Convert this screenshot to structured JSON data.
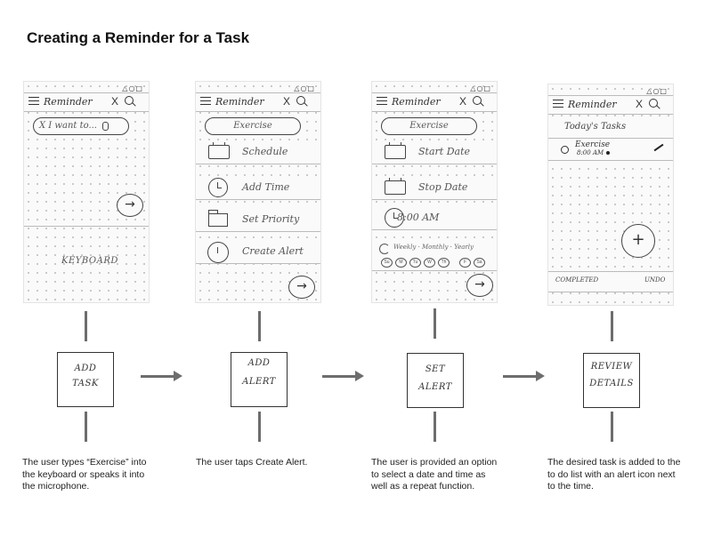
{
  "title": "Creating a Reminder for a Task",
  "status_icons": "△○□",
  "screens": {
    "s1": {
      "header_title": "Reminder",
      "close": "X",
      "input_text": "X I want to...",
      "keyboard_label": "KEYBOARD",
      "next_arrow": "→"
    },
    "s2": {
      "header_title": "Reminder",
      "close": "X",
      "task_name": "Exercise",
      "rows": [
        "Schedule",
        "Add Time",
        "Set Priority",
        "Create Alert"
      ],
      "next_arrow": "→"
    },
    "s3": {
      "header_title": "Reminder",
      "close": "X",
      "task_name": "Exercise",
      "rows": [
        "Start Date",
        "Stop Date",
        "8:00 AM"
      ],
      "repeat_text": "Weekly · Monthly · Yearly",
      "days": [
        "Su",
        "M",
        "Tu",
        "W",
        "Th",
        "F",
        "Sa"
      ],
      "next_arrow": "→"
    },
    "s4": {
      "header_title": "Reminder",
      "close": "X",
      "section_title": "Today's Tasks",
      "task_name": "Exercise",
      "task_time": "8:00 AM",
      "add_button": "+",
      "completed_label": "COMPLETED",
      "undo_label": "UNDO"
    }
  },
  "steps": [
    {
      "line1": "ADD",
      "line2": "TASK"
    },
    {
      "line1": "ADD",
      "line2": "ALERT"
    },
    {
      "line1": "SET",
      "line2": "ALERT"
    },
    {
      "line1": "REVIEW",
      "line2": "DETAILS"
    }
  ],
  "captions": [
    "The user types “Exercise” into the keyboard or speaks it into the microphone.",
    "The user taps Create Alert.",
    "The user is provided an option to select a date and time as well as a repeat function.",
    "The desired task is added to the to do list with an alert icon next to the time."
  ],
  "colors": {
    "connector": "#6d6d6d",
    "sketch_ink": "#333333",
    "paper": "#fafafa"
  }
}
